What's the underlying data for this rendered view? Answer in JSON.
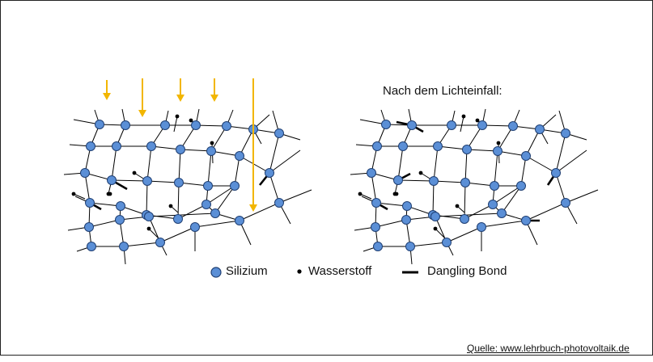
{
  "right_title": "Nach dem Lichteinfall:",
  "legend": [
    {
      "symbol": "silicon-atom",
      "label": "Silizium"
    },
    {
      "symbol": "hydrogen-atom",
      "label": "Wasserstoff"
    },
    {
      "symbol": "dangling-bond",
      "label": "Dangling Bond"
    }
  ],
  "source": "Quelle: www.lehrbuch-photovoltaik.de",
  "colors": {
    "silicon_fill": "#5b8fd6",
    "silicon_stroke": "#1f3f73",
    "light_arrow": "#f2b600",
    "bond": "#000000"
  },
  "icons": [
    "silicon-atom-icon",
    "hydrogen-atom-icon",
    "dangling-bond-icon",
    "light-arrow-icon"
  ]
}
